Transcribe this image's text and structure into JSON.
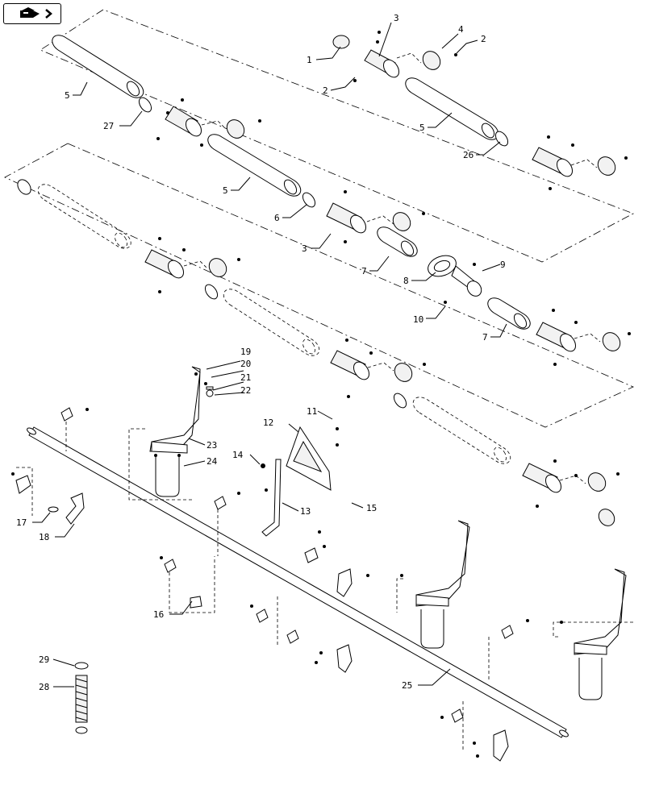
{
  "nav": {
    "icon": "book-hand-icon"
  },
  "callouts": {
    "c1": "1",
    "c2a": "2",
    "c2b": "2",
    "c3a": "3",
    "c3b": "3",
    "c4": "4",
    "c5a": "5",
    "c5b": "5",
    "c5c": "5",
    "c6": "6",
    "c7a": "7",
    "c7b": "7",
    "c8": "8",
    "c9": "9",
    "c10": "10",
    "c11": "11",
    "c12": "12",
    "c13": "13",
    "c14": "14",
    "c15": "15",
    "c16": "16",
    "c17": "17",
    "c18": "18",
    "c19": "19",
    "c20": "20",
    "c21": "21",
    "c22": "22",
    "c23": "23",
    "c24": "24",
    "c25": "25",
    "c26": "26",
    "c27": "27",
    "c28": "28",
    "c29": "29"
  }
}
